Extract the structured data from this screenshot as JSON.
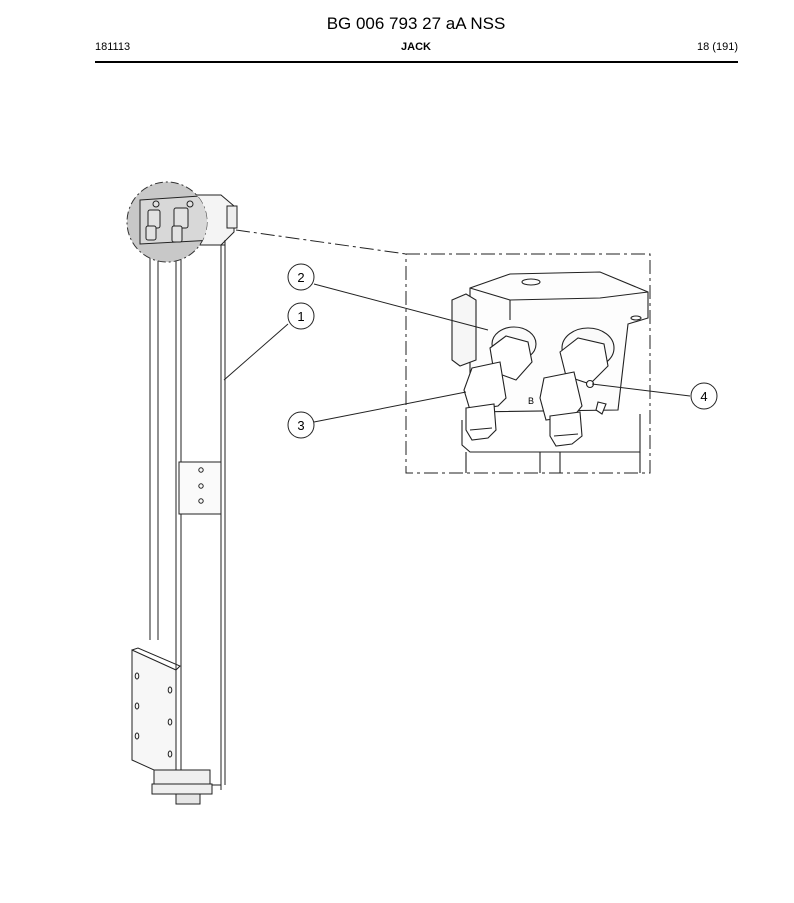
{
  "header": {
    "document_number": "BG 006 793 27 aA NSS",
    "date_code": "181113",
    "section_title": "JACK",
    "page_label": "18 (191)"
  },
  "drawing": {
    "callouts": [
      "1",
      "2",
      "3",
      "4"
    ],
    "engraved_marking": "B"
  }
}
